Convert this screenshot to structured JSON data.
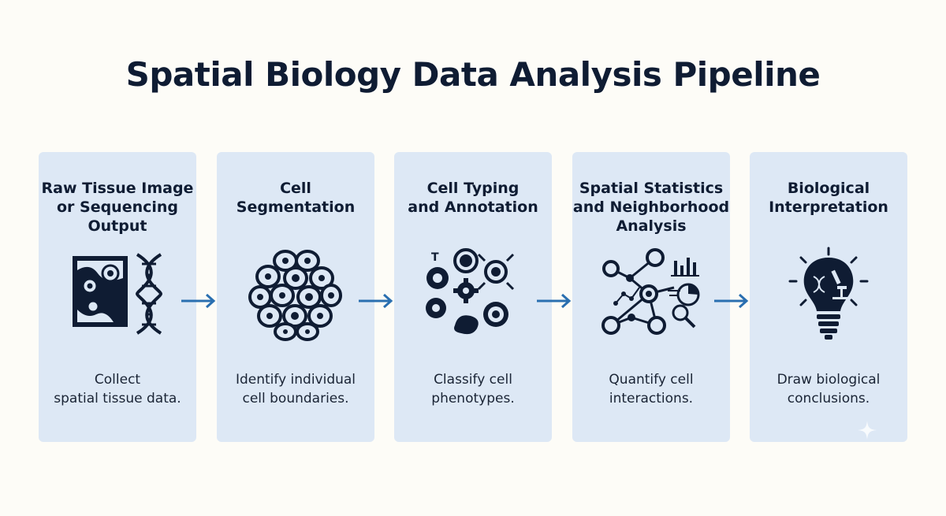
{
  "title": "Spatial Biology Data Analysis Pipeline",
  "colors": {
    "background": "#fdfcf7",
    "card": "#dde8f5",
    "text": "#0f1c33",
    "arrow": "#2a6fb0"
  },
  "steps": [
    {
      "title": "Raw Tissue Image\nor Sequencing\nOutput",
      "icon": "tissue-image-dna-icon",
      "description": "Collect\nspatial tissue data."
    },
    {
      "title": "Cell\nSegmentation",
      "icon": "cell-cluster-icon",
      "description": "Identify individual\ncell boundaries."
    },
    {
      "title": "Cell Typing\nand Annotation",
      "icon": "cell-types-icon",
      "description": "Classify cell\nphenotypes."
    },
    {
      "title": "Spatial Statistics\nand Neighborhood\nAnalysis",
      "icon": "network-stats-icon",
      "description": "Quantify cell\ninteractions."
    },
    {
      "title": "Biological\nInterpretation",
      "icon": "lightbulb-dna-microscope-icon",
      "description": "Draw biological\nconclusions."
    }
  ]
}
